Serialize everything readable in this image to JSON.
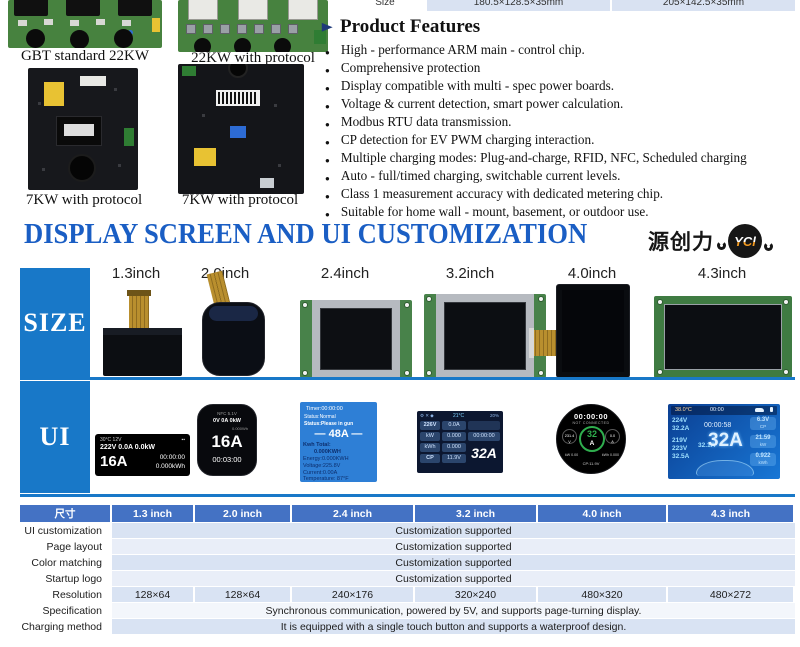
{
  "top_strip": {
    "size_label": "Size",
    "dim1": "180.5×128.5×35mm",
    "dim2": "205×142.5×35mm"
  },
  "products": {
    "captions": [
      "GBT standard 22KW",
      "22KW with protocol",
      "7KW with protocol",
      "7KW with protocol"
    ]
  },
  "features": {
    "marker": "▶",
    "title": "Product Features",
    "items": [
      "High - performance ARM main - control chip.",
      "Comprehensive protection",
      "Display compatible with multi - spec power boards.",
      "Voltage & current detection, smart power calculation.",
      "Modbus RTU data transmission.",
      "CP detection for EV PWM charging interaction.",
      "Multiple charging modes: Plug-and-charge, RFID, NFC, Scheduled charging",
      "Auto - full/timed charging, switchable current levels.",
      "Class 1 measurement accuracy with dedicated metering chip.",
      "Suitable for home wall - mount, basement, or outdoor use."
    ]
  },
  "heading": {
    "title": "DISPLAY SCREEN AND UI CUSTOMIZATION",
    "brand": "源创力",
    "brand_icon": "YCl"
  },
  "size_section": {
    "label": "SIZE",
    "sizes": [
      "1.3inch",
      "2.0inch",
      "2.4inch",
      "3.2inch",
      "4.0inch",
      "4.3inch"
    ]
  },
  "ui_section": {
    "label": "UI",
    "s13": {
      "status": "30°C  12V",
      "icons": "▪▪",
      "line": "222V  0.0A   0.0kW",
      "amp": "16A",
      "time": "00:00:00",
      "energy": "0.000kWh"
    },
    "s20": {
      "status": "NFC  5.1V",
      "line": "0V  0A  0kW",
      "sub": "0.000Wh",
      "amp": "16A",
      "time": "00:03:00"
    },
    "s24": {
      "timer": "Timer:00:00:00",
      "status1": "Status:Normal",
      "status2": "Status:Please in gun",
      "amp": "— 48A —",
      "total_label": "Kwh Total:",
      "total_value": "0.000KWH",
      "energy": "Energy:0.000KWH",
      "voltage": "Voltage:225.8V",
      "current": "Current:0.00A",
      "temperature": "Temperature:  87°F"
    },
    "s32": {
      "temp": "21°C",
      "batt": "20%",
      "v_label": "226V",
      "v_value": "0.0A",
      "kw_label": "kW",
      "kw_value": "0.000",
      "time": "00:00:00",
      "kwh_label": "kWh",
      "kwh_value": "0.000",
      "cp_label": "CP",
      "cp_value": "11.9V",
      "amp": "32A"
    },
    "s40": {
      "time": "00:00:00",
      "status": "NOT CONNECTED",
      "volt": "231.4",
      "volt_unit": "V",
      "amp_side": "0.0",
      "amp_side_unit": "A",
      "amp": "32",
      "amp_unit": "A",
      "kw": "kW 0.00",
      "kwh": "kWh 0.000",
      "cp": "CP:11.9V"
    },
    "s43": {
      "temp": "38.0°C",
      "clock": "00:00",
      "v1": "224V",
      "a1": "32.2A",
      "v2": "219V",
      "a2": "32.1A",
      "v3": "223V",
      "a3": "32.5A",
      "session": "00:00:58",
      "amp": "32A",
      "cp_value": "6.3V",
      "cp_label": "CP",
      "kw_value": "21.59",
      "kw_label": "kW",
      "kwh_value": "0.922",
      "kwh_label": "kWh"
    }
  },
  "spec_table": {
    "header": [
      "尺寸",
      "1.3 inch",
      "2.0 inch",
      "2.4 inch",
      "3.2 inch",
      "4.0 inch",
      "4.3 inch"
    ],
    "rows": [
      {
        "label": "UI customization",
        "merged": "Customization supported"
      },
      {
        "label": "Page layout",
        "merged": "Customization supported"
      },
      {
        "label": "Color matching",
        "merged": "Customization supported"
      },
      {
        "label": "Startup logo",
        "merged": "Customization supported"
      },
      {
        "label": "Resolution",
        "cells": [
          "128×64",
          "128×64",
          "240×176",
          "320×240",
          "480×320",
          "480×272"
        ]
      },
      {
        "label": "Specification",
        "merged": "Synchronous communication, powered by 5V, and supports page-turning display."
      },
      {
        "label": "Charging method",
        "merged": "It is equipped with a single touch button and supports a waterproof design."
      }
    ]
  }
}
